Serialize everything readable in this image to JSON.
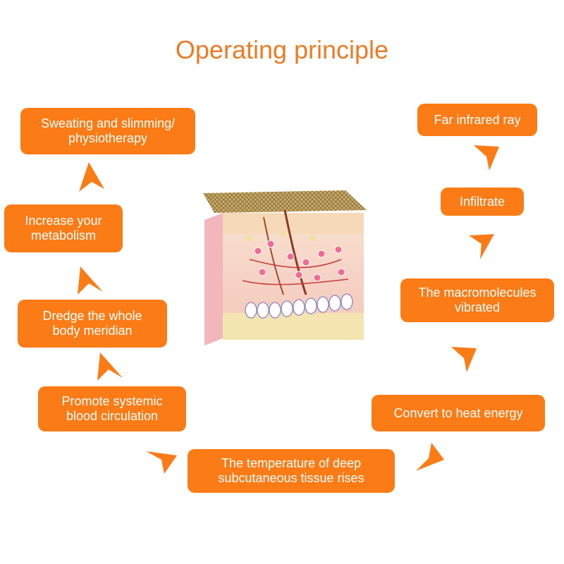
{
  "title": "Operating principle",
  "steps": {
    "far_infrared": "Far infrared ray",
    "infiltrate": "Infiltrate",
    "macromolecules": "The macromolecules\nvibrated",
    "heat_energy": "Convert to heat energy",
    "temperature": "The temperature of deep\nsubcutaneous tissue rises",
    "circulation": "Promote systemic\nblood circulation",
    "meridian": "Dredge the whole\nbody meridian",
    "metabolism": "Increase your\nmetabolism",
    "sweating": "Sweating and slimming/\nphysiotherapy"
  },
  "colors": {
    "box": "#fb7c17",
    "title": "#ee7a24",
    "arrow": "#fb7c17",
    "box_text": "#ffffff"
  },
  "center_image": "skin-cross-section-illustration"
}
